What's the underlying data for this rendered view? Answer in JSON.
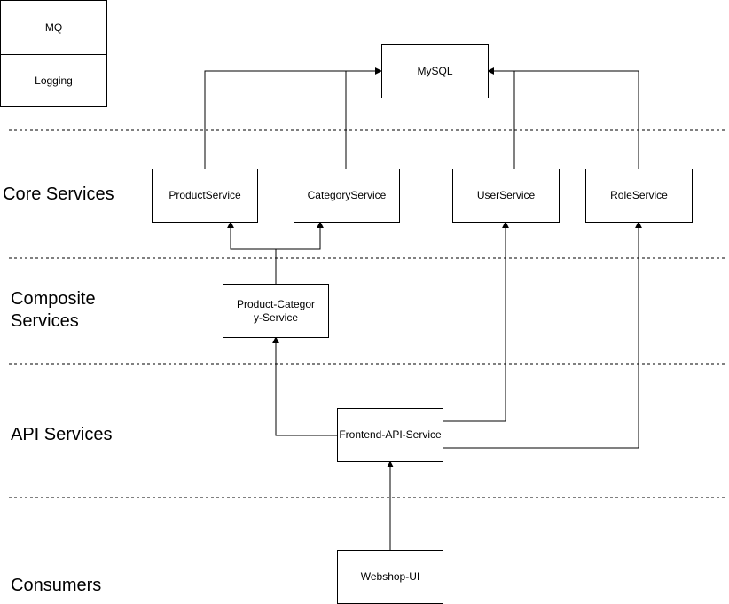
{
  "legend": {
    "items": [
      "MQ",
      "Logging"
    ]
  },
  "layers": [
    "Core Services",
    "Composite Services",
    "API Services",
    "Consumers"
  ],
  "nodes": {
    "mysql": "MySQL",
    "product_service": "ProductService",
    "category_service": "CategoryService",
    "user_service": "UserService",
    "role_service": "RoleService",
    "product_category_service": "Product-Category-Service",
    "frontend_api_service": "Frontend-API-Service",
    "webshop_ui": "Webshop-UI"
  },
  "edges": [
    {
      "from": "ProductService",
      "to": "MySQL"
    },
    {
      "from": "CategoryService",
      "to": "MySQL"
    },
    {
      "from": "UserService",
      "to": "MySQL"
    },
    {
      "from": "RoleService",
      "to": "MySQL"
    },
    {
      "from": "Product-Category-Service",
      "to": "ProductService"
    },
    {
      "from": "Product-Category-Service",
      "to": "CategoryService"
    },
    {
      "from": "Frontend-API-Service",
      "to": "Product-Category-Service"
    },
    {
      "from": "Frontend-API-Service",
      "to": "UserService"
    },
    {
      "from": "Frontend-API-Service",
      "to": "RoleService"
    },
    {
      "from": "Webshop-UI",
      "to": "Frontend-API-Service"
    }
  ]
}
